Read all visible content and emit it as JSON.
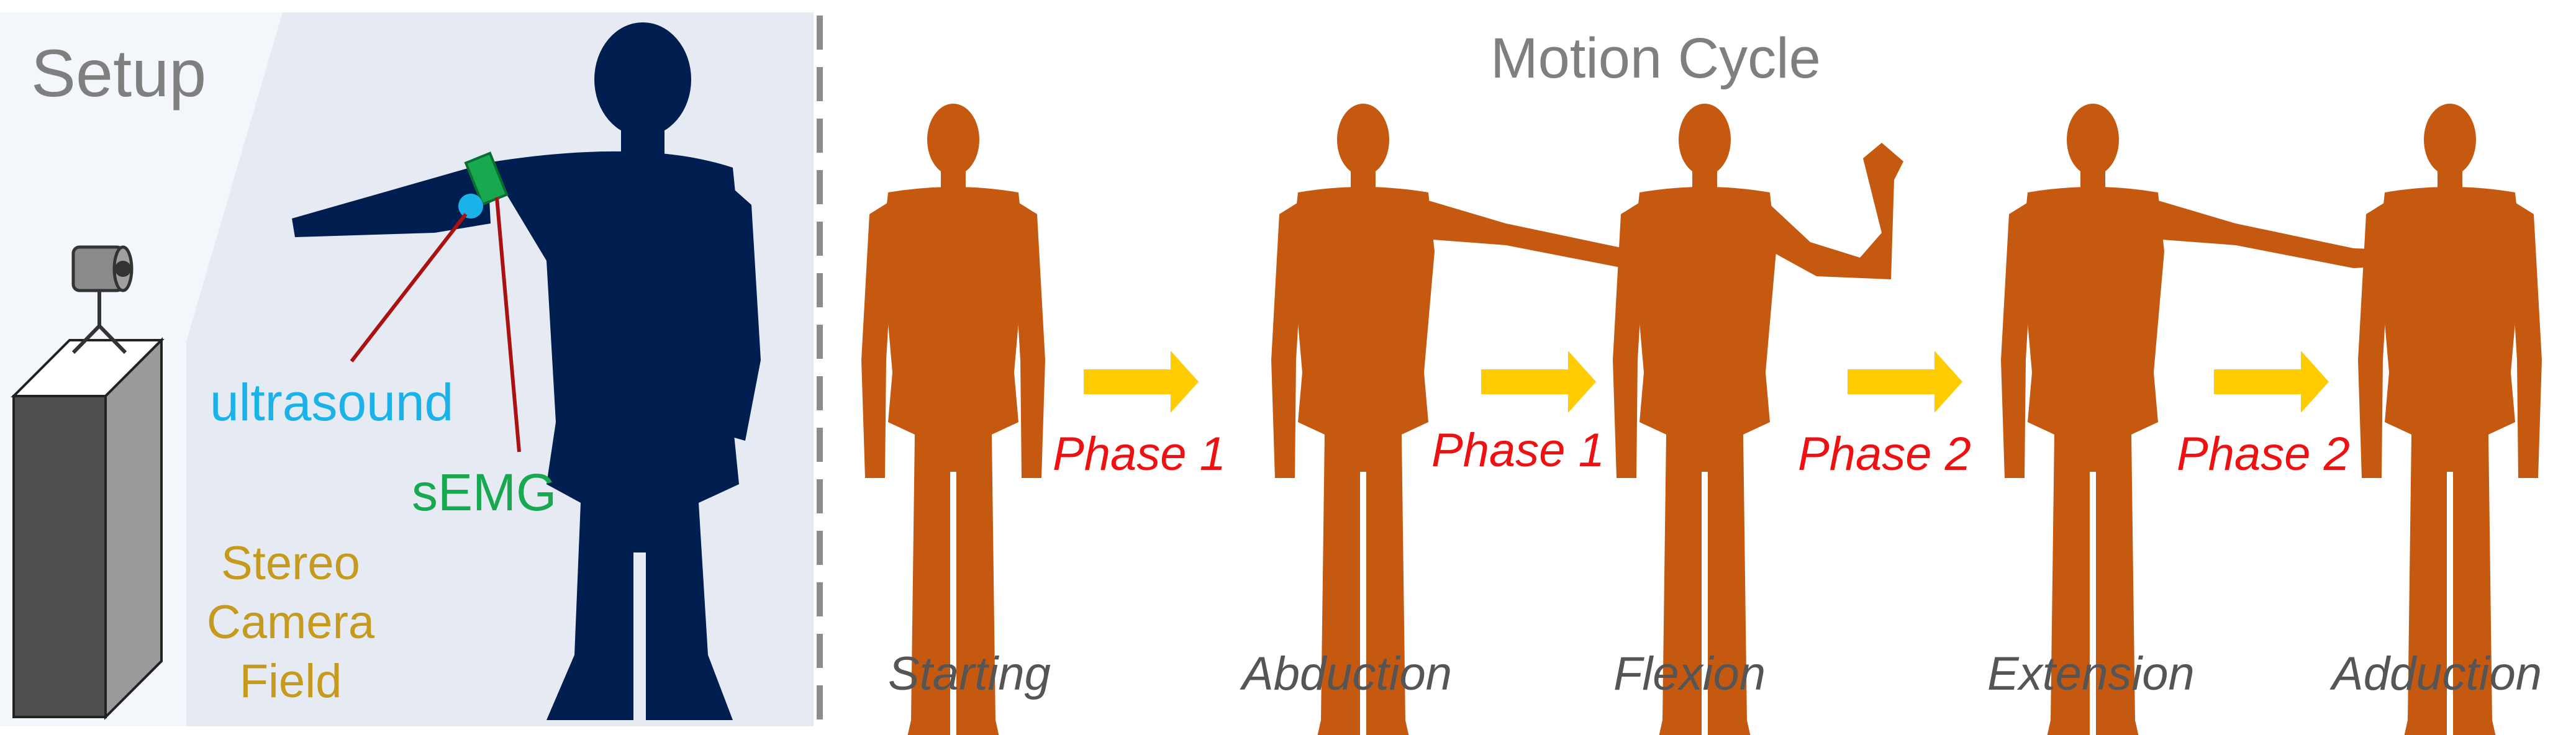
{
  "setup": {
    "title": "Setup",
    "sensor_labels": {
      "ultrasound": "ultrasound",
      "semg": "sEMG"
    },
    "camera_label_lines": [
      "Stereo",
      "Camera",
      "Field"
    ]
  },
  "cycle": {
    "title": "Motion Cycle",
    "phases": [
      "Phase 1",
      "Phase 1",
      "Phase 2",
      "Phase 2"
    ],
    "poses": [
      "Starting",
      "Abduction",
      "Flexion",
      "Extension",
      "Adduction"
    ]
  },
  "colors": {
    "subject_silhouette": "#001e4f",
    "cycle_figure": "#c65910",
    "arrow": "#ffcc00",
    "phase_text": "#ee1111",
    "ultrasound": "#1ab2e8",
    "semg": "#18a84f",
    "camera_text": "#c69a1c",
    "pointer_line": "#aa1111",
    "divider": "#8c8c8c"
  }
}
